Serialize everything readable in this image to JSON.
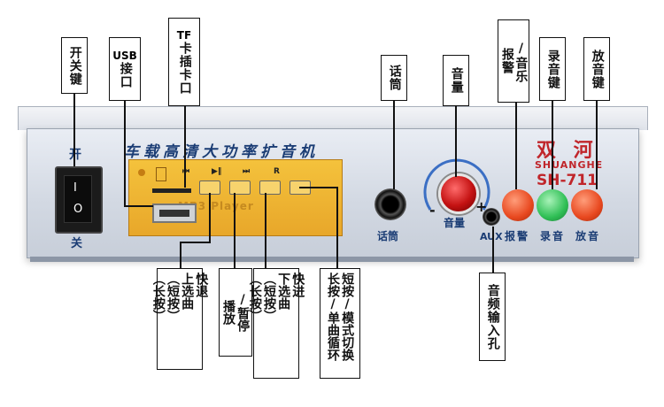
{
  "callouts": {
    "power": "开关键",
    "usb_l1": "USB",
    "usb_l2": "接口",
    "tf_l1": "TF",
    "tf_l2": "卡插卡口",
    "mic": "话筒",
    "volume": "音量",
    "alarm_l1": "报警",
    "alarm_l2": "/音乐",
    "record": "录音键",
    "play": "放音键",
    "aux_in": "音频输入孔",
    "prev_c1": "（长按）",
    "prev_c2": "（短按）",
    "prev_c3": "快退",
    "prev_c4": "上选曲",
    "playpause_c1": "播放",
    "playpause_c2": "/暂停",
    "next_c1": "（长按）",
    "next_c2": "（短按）",
    "next_c3": "快进",
    "next_c4": "下选曲",
    "mode_c1": "长按/单曲循环",
    "mode_c2": "短按/模式切换"
  },
  "panel": {
    "title": "车载高清大功率扩音机",
    "switch_on": "开",
    "switch_off": "关",
    "switch_mark_on": "I",
    "switch_mark_off": "O",
    "module_text": "MP3 Player",
    "btn_prev": "⏮",
    "btn_play": "▶‖",
    "btn_next": "⏭",
    "btn_mode": "R",
    "mic_label": "话筒",
    "volume_label": "音量",
    "vol_minus": "-",
    "vol_plus": "+",
    "aux_label": "AUX",
    "alarm_label": "报警",
    "record_label": "录音",
    "play_label": "放音",
    "brand_cn": "双 河",
    "brand_en": "SHUANGHE",
    "model": "SH-711"
  },
  "colors": {
    "alarm": "#e8481f",
    "record": "#2fbf55",
    "play": "#e8481f",
    "brand": "#c0252a"
  }
}
